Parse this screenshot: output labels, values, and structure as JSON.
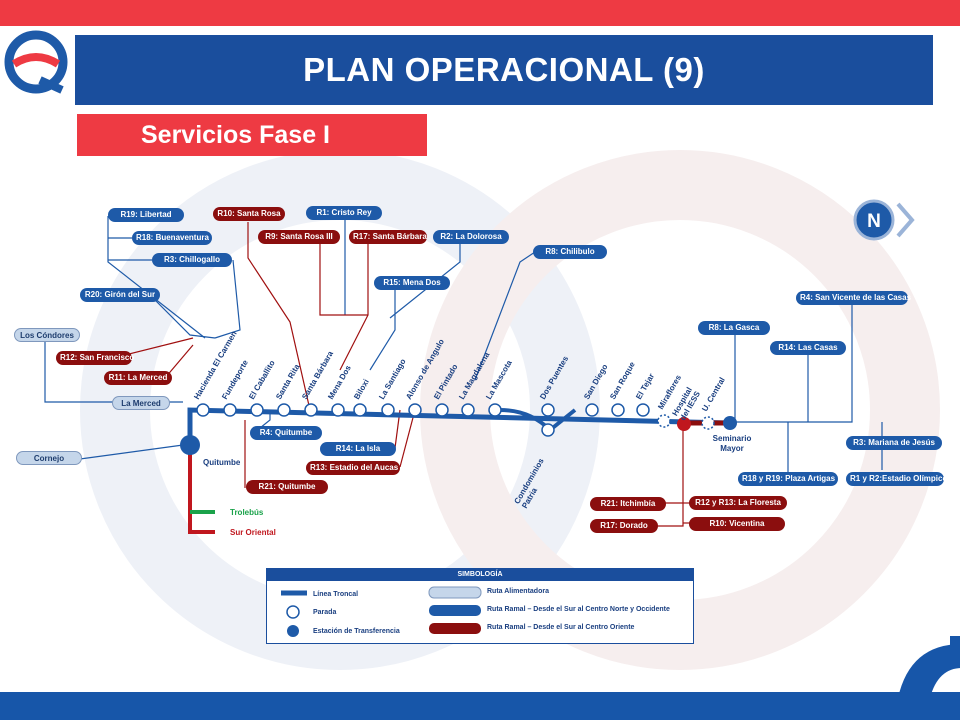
{
  "header": {
    "title": "PLAN OPERACIONAL (9)",
    "subtitle": "Servicios Fase I"
  },
  "north_label": "N",
  "colors": {
    "trunk_blue": "#1e5aa8",
    "branch_red": "#8b0e0e",
    "feeder_light": "#c5d6ea",
    "trolebus_green": "#1aa24a",
    "sur_oriental_red": "#c0171e",
    "banner_red": "#ee3a43",
    "banner_blue": "#1a4e9d"
  },
  "stations": [
    "Hacienda El Carmen",
    "Fundeporte",
    "El Caballito",
    "Santa Rita",
    "Santa Bárbara",
    "Mena Dos",
    "Biloxi",
    "La Santiago",
    "Alonso de Angulo",
    "El Pintado",
    "La Magdalena",
    "La Mascota",
    "Dos Puentes",
    "San Diego",
    "San Roque",
    "El Tejar",
    "Miraflores",
    "Hospital del IESS",
    "U. Central",
    "Condominios Patria"
  ],
  "transfer": {
    "quitumbe": "Quitumbe",
    "seminario": "Seminario Mayor"
  },
  "routes_top": {
    "r19": "R19: Libertad",
    "r18": "R18: Buenaventura",
    "r3": "R3: Chillogallo",
    "r20": "R20: Girón del Sur",
    "r10": "R10: Santa Rosa",
    "r9": "R9: Santa Rosa III",
    "r1": "R1: Cristo Rey",
    "r17": "R17: Santa Bárbara",
    "r2": "R2: La Dolorosa",
    "r8": "R8: Chilibulo",
    "r15": "R15: Mena Dos",
    "r12": "R12: San Francisco",
    "r11": "R11: La Merced"
  },
  "feeders": {
    "condores": "Los Cóndores",
    "merced": "La Merced",
    "cornejo": "Cornejo"
  },
  "routes_bottom": {
    "r4q": "R4: Quitumbe",
    "r14": "R14: La Isla",
    "r13": "R13: Estadio del Aucas",
    "r21q": "R21: Quitumbe"
  },
  "routes_right": {
    "r4sv": "R4: San Vicente de las Casas",
    "r8g": "R8: La Gasca",
    "r14c": "R14: Las Casas",
    "r3m": "R3: Mariana de Jesús",
    "r18p": "R18 y R19: Plaza Artigas",
    "r1e": "R1 y R2:Estadio Olímpico",
    "r21i": "R21: Itchimbía",
    "r12f": "R12 y R13: La Floresta",
    "r17d": "R17: Dorado",
    "r10v": "R10: Vicentina"
  },
  "lines": {
    "trolebus": "Trolebús",
    "sur_oriental": "Sur Oriental"
  },
  "legend": {
    "title": "SIMBOLOGÍA",
    "troncal": "Línea Troncal",
    "parada": "Parada",
    "transferencia": "Estación de Transferencia",
    "alimentadora": "Ruta Alimentadora",
    "ramal_blue": "Ruta Ramal – Desde el Sur al Centro Norte y Occidente",
    "ramal_red": "Ruta Ramal – Desde el Sur al Centro Oriente"
  }
}
